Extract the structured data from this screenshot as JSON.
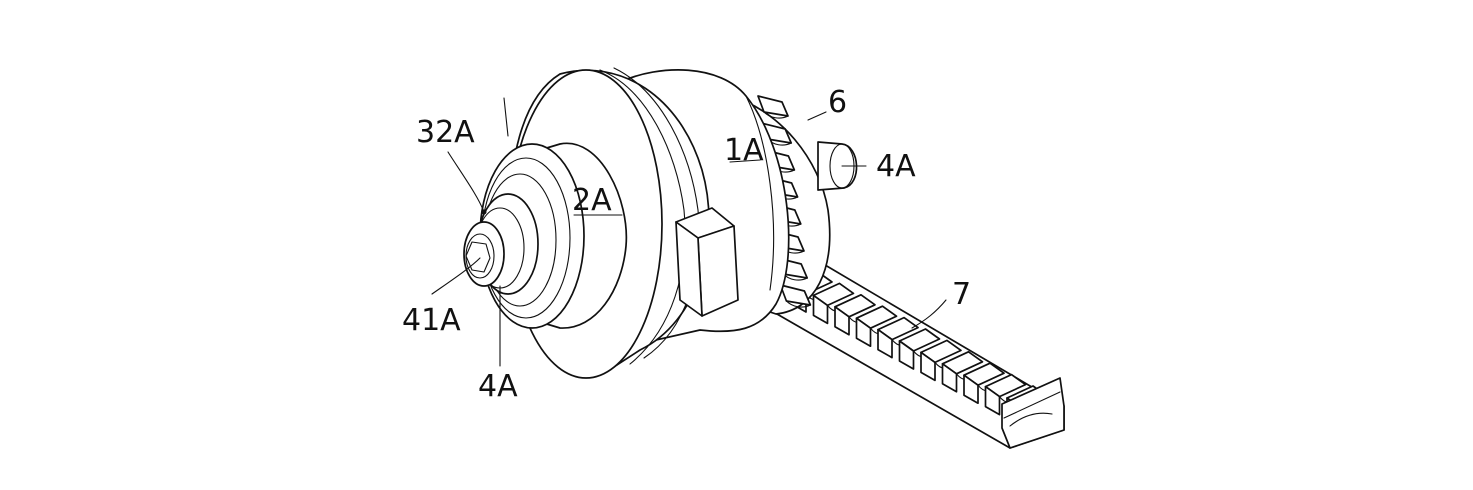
{
  "figure": {
    "labels": {
      "label_32a": "32A",
      "label_2a": "2A",
      "label_1a": "1A",
      "label_6": "6",
      "label_4a_right": "4A",
      "label_7": "7",
      "label_41a": "41A",
      "label_4a_bottom": "4A"
    }
  }
}
